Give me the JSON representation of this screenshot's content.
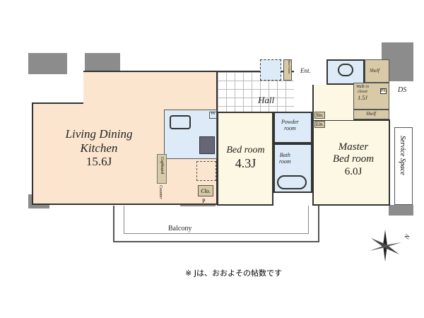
{
  "rooms": {
    "ldk": {
      "name_line1": "Living Dining",
      "name_line2": "Kitchen",
      "size": "15.6J"
    },
    "bedroom": {
      "name": "Bed room",
      "size": "4.3J"
    },
    "master": {
      "name_line1": "Master",
      "name_line2": "Bed room",
      "size": "6.0J"
    },
    "hall": "Hall",
    "entrance": "Ent.",
    "shoe_closet": "Shoe Closet",
    "powder": {
      "line1": "Powder",
      "line2": "room"
    },
    "bath": {
      "line1": "Bath",
      "line2": "room"
    },
    "sto": "Sto.",
    "lin": "Lin.",
    "wic": {
      "line1": "Walk in",
      "line2": "closet",
      "size": "1.5J"
    },
    "shelf_top": "Shelf",
    "shelf_bottom": "Shelf",
    "ps_kitchen": "PS",
    "ps_wic": "PS",
    "ds": "DS",
    "service_space": "Service Space",
    "cupboard": "Cupboard",
    "counter": "Counter",
    "closet": "Clo.",
    "p": "P",
    "balcony": "Balcony"
  },
  "compass": {
    "label": "N",
    "icon": "compass-icon"
  },
  "note": "※ Jは、おおよその帖数です",
  "colors": {
    "ldk": "#fbe5cf",
    "bedroom": "#fdf8e3",
    "wet": "#dcebf7",
    "storage": "#d8caa6",
    "wall": "#8c8c8c"
  }
}
